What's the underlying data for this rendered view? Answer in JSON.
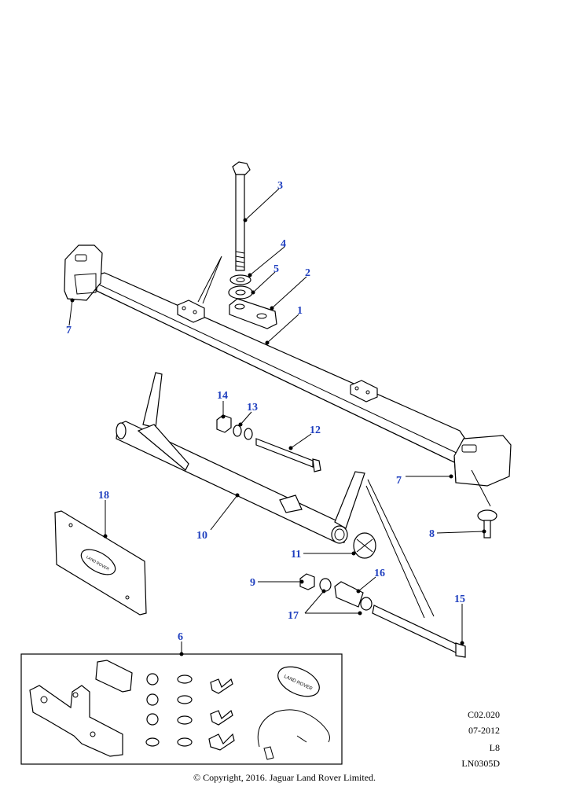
{
  "callouts": [
    "1",
    "2",
    "3",
    "4",
    "5",
    "6",
    "7",
    "7",
    "8",
    "9",
    "10",
    "11",
    "12",
    "13",
    "14",
    "15",
    "16",
    "17",
    "18"
  ],
  "logo_text": "LAND ROVER",
  "info": {
    "line1": "C02.020",
    "line2": "07-2012",
    "line3": "L8",
    "line4": "LN0305D"
  },
  "copyright": "© Copyright, 2016. Jaguar Land Rover Limited.",
  "colors": {
    "callout": "#1f3fbf",
    "line": "#000000"
  }
}
